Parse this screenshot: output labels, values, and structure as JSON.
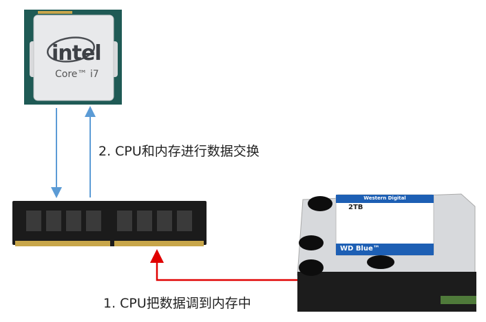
{
  "cpu": {
    "brand": "intel",
    "model": "Core™ i7"
  },
  "hdd": {
    "maker": "Western Digital",
    "capacity": "2TB",
    "series": "WD Blue™"
  },
  "steps": {
    "step1": "1. CPU把数据调到内存中",
    "step2": "2. CPU和内存进行数据交换"
  },
  "colors": {
    "cpu_ram_arrows": "#5b9bd5",
    "hdd_ram_arrow": "#e00000",
    "wd_label": "#1d5fb4"
  }
}
